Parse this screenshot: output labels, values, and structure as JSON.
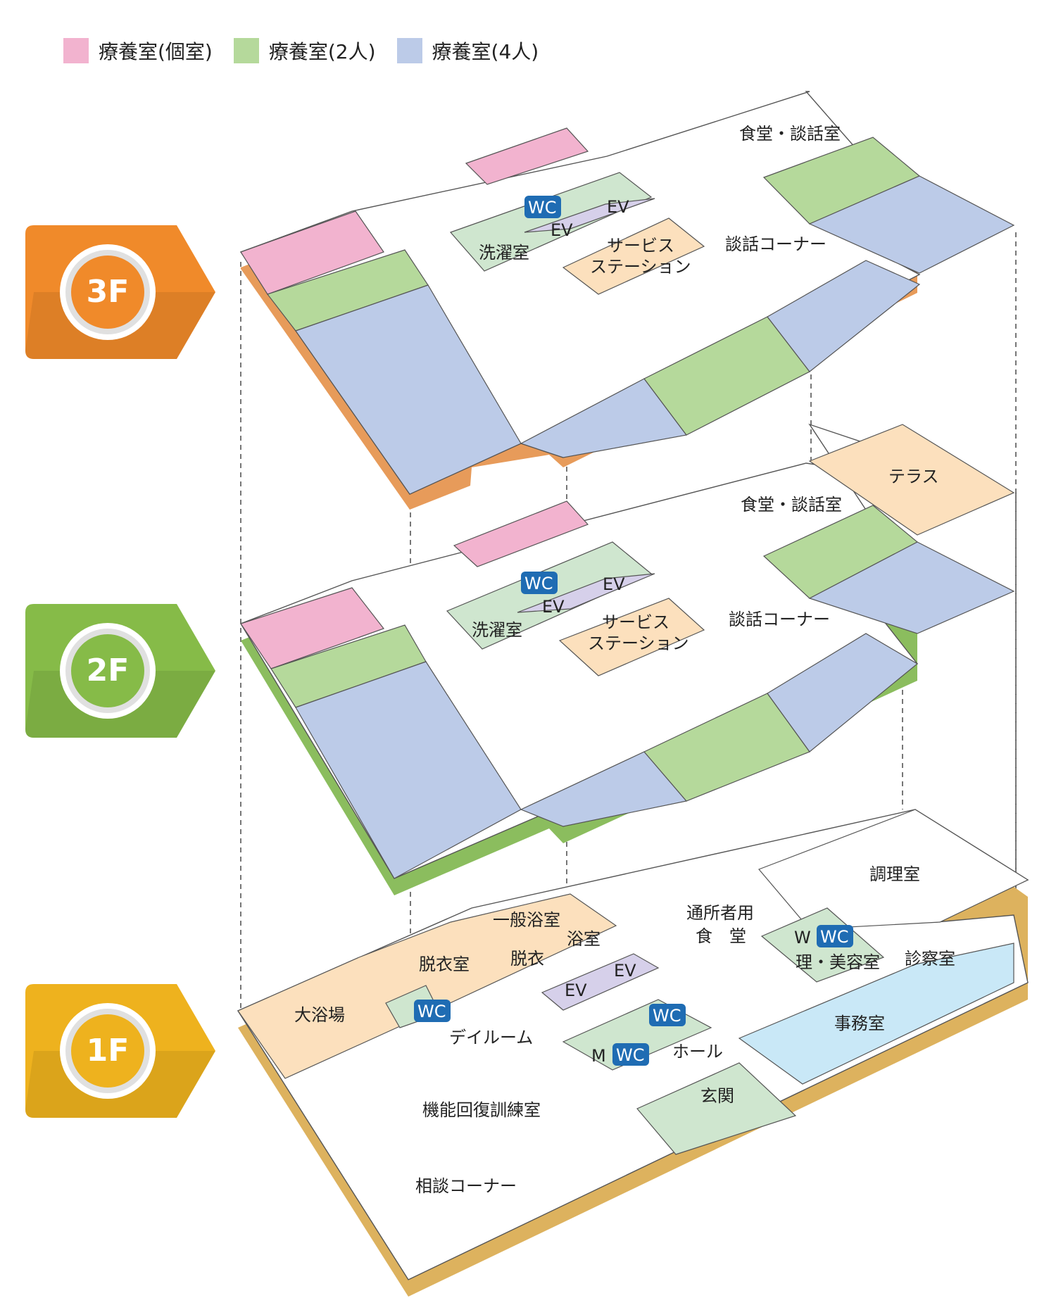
{
  "legend": {
    "private": "療養室(個室)",
    "double": "療養室(2人)",
    "quad": "療養室(4人)"
  },
  "colors": {
    "private": "#f2b3cf",
    "double": "#b5d99b",
    "quad": "#bccbe8",
    "service": "#fce0bd",
    "facility": "#cfe6cf",
    "office": "#c9e8f7",
    "ev": "#d6d0ea",
    "wc": "#1f6cb3",
    "badge3": "#f08a2a",
    "badge2": "#86bb48",
    "badge1": "#eeb21e"
  },
  "floors": {
    "f3": {
      "badge": "3F",
      "rooms": {
        "dining": "食堂・談話室",
        "ev1": "EV",
        "ev2": "EV",
        "wc": "WC",
        "laundry": "洗濯室",
        "station1": "サービス",
        "station2": "ステーション",
        "lounge": "談話コーナー"
      }
    },
    "f2": {
      "badge": "2F",
      "rooms": {
        "terrace": "テラス",
        "dining": "食堂・談話室",
        "ev1": "EV",
        "ev2": "EV",
        "wc": "WC",
        "laundry": "洗濯室",
        "station1": "サービス",
        "station2": "ステーション",
        "lounge": "談話コーナー"
      }
    },
    "f1": {
      "badge": "1F",
      "rooms": {
        "kitchen": "調理室",
        "daycare1": "通所者用",
        "daycare2": "食　堂",
        "general_bath": "一般浴室",
        "bathroom": "浴室",
        "dressing1": "脱衣室",
        "dressing2": "脱衣",
        "w": "W",
        "wc_top": "WC",
        "beauty": "理・美容室",
        "exam": "診察室",
        "big_bath": "大浴場",
        "wc_bath": "WC",
        "ev1": "EV",
        "ev2": "EV",
        "wc_mid": "WC",
        "dayroom": "デイルーム",
        "office": "事務室",
        "m": "M",
        "wc_m": "WC",
        "hall": "ホール",
        "rehab": "機能回復訓練室",
        "entrance": "玄関",
        "consult": "相談コーナー"
      }
    }
  }
}
